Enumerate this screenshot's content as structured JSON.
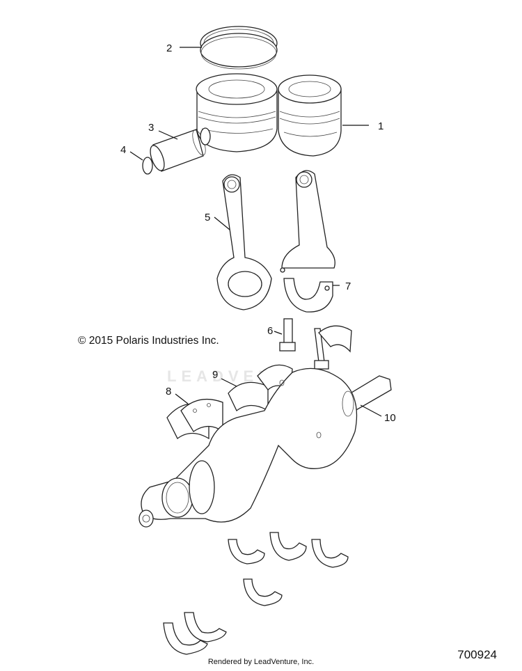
{
  "copyright": "© 2015 Polaris Industries Inc.",
  "diagram_id": "700924",
  "rendered_by": "Rendered by LeadVenture, Inc.",
  "watermark": "LEADVENTURE",
  "callouts": [
    "1",
    "2",
    "3",
    "4",
    "5",
    "6",
    "7",
    "8",
    "9",
    "10"
  ]
}
